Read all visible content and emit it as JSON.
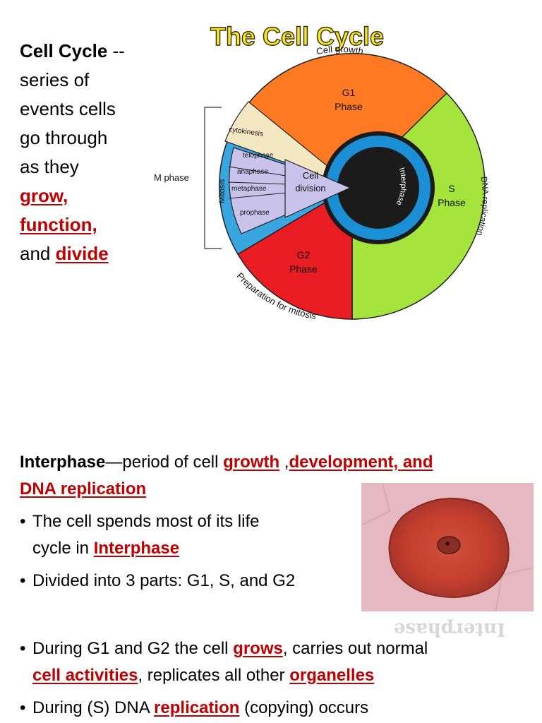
{
  "intro": {
    "term": "Cell Cycle",
    "dashes": " --",
    "lines": [
      "series of",
      "events cells",
      "go through",
      "as they"
    ],
    "grow": "grow,",
    "function": "function,",
    "and": "and ",
    "divide": "divide"
  },
  "diagram": {
    "title": "The Cell Cycle",
    "cell_growth": "Cell growth",
    "g1": "G1",
    "g1_phase": "Phase",
    "s": "S",
    "s_phase": "Phase",
    "g2": "G2",
    "g2_phase": "Phase",
    "dna_replication": "DNA replication",
    "preparation": "Preparation for mitosis",
    "m_phase": "M phase",
    "mitosis": "Mitosis",
    "interphase": "Interphase",
    "cell": "Cell",
    "division": "division",
    "cytokinesis": "cytokinesis",
    "telophase": "telophase",
    "anaphase": "anaphase",
    "metaphase": "metaphase",
    "prophase": "prophase",
    "colors": {
      "g1": "#ff7a22",
      "s": "#a5e43c",
      "g2": "#e81c22",
      "mitosis_ring": "#3aa6e0",
      "cytokinesis": "#f4e8c2",
      "mitosis_phases": "#c9c3ec",
      "inner_arrow": "#1b8fd6",
      "title": "#f3e92b"
    }
  },
  "section2": {
    "interphase": "Interphase",
    "period": "—period of cell ",
    "growth": "growth",
    "comma": " ,",
    "development": "development, and",
    "dna_replication": "DNA replication",
    "b1_text": "The cell spends most of its life",
    "b1_text2": "cycle in ",
    "b1_hl": "Interphase",
    "b2_text": "Divided into 3 parts: G1, S, and G2",
    "b3_a": "During G1 and G2 the cell ",
    "b3_grows": "grows",
    "b3_b": ", carries out normal",
    "b3_activities": "cell activities",
    "b3_c": ", replicates all other ",
    "b3_organelles": "organelles",
    "b4_a": "During (S) DNA ",
    "b4_replication": "replication",
    "b4_b": " (copying) occurs"
  },
  "photo": {
    "caption": "Interphase"
  }
}
